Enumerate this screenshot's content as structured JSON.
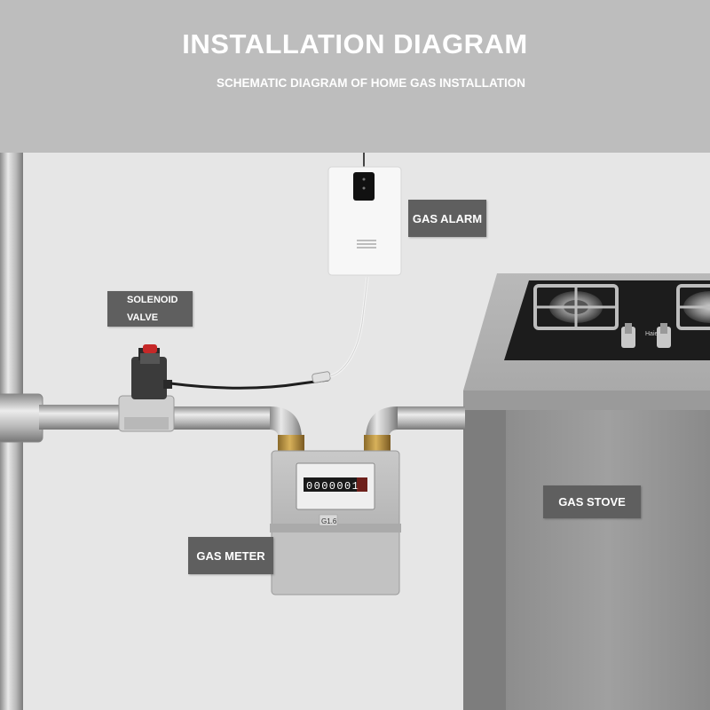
{
  "header": {
    "title": "INSTALLATION DIAGRAM",
    "subtitle": "SCHEMATIC DIAGRAM OF HOME GAS INSTALLATION"
  },
  "labels": {
    "gas_alarm": "GAS ALARM",
    "solenoid_valve_line1": "SOLENOID",
    "solenoid_valve_line2": "VALVE",
    "gas_stove": "GAS STOVE",
    "gas_meter": "GAS METER"
  },
  "meter": {
    "reading": "0000001",
    "model": "G1.6"
  },
  "stove": {
    "brand": "Haier"
  },
  "colors": {
    "header_bg": "#bdbdbd",
    "wall": "#e6e6e6",
    "label_bg": "#5f5f5f",
    "label_text": "#ffffff",
    "valve_cap": "#c62828"
  }
}
